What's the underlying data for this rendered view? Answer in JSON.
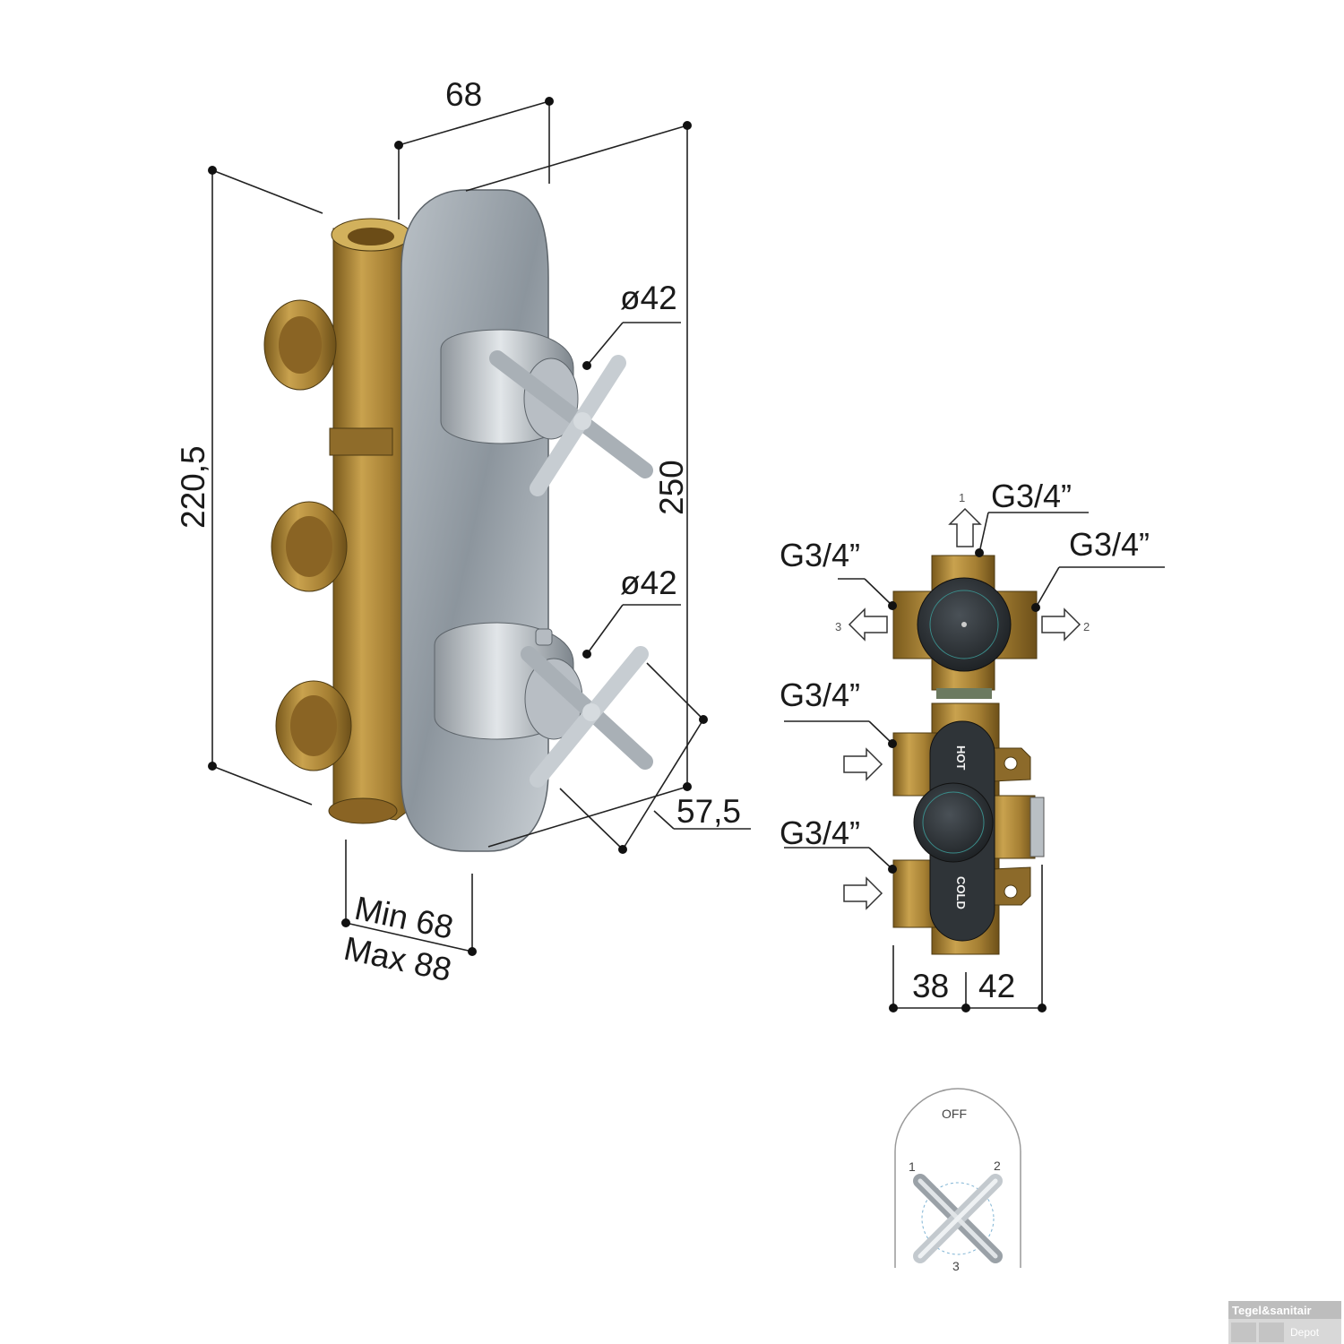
{
  "dimensions": {
    "width_top": "68",
    "depth_total": "250",
    "height": "220,5",
    "handle_diameter_upper": "ø42",
    "handle_diameter_lower": "ø42",
    "handle_projection": "57,5",
    "install_min": "Min 68",
    "install_max": "Max 88"
  },
  "connections": {
    "outlet_top": "G3/4”",
    "outlet_left": "G3/4”",
    "outlet_right": "G3/4”",
    "inlet_hot": "G3/4”",
    "inlet_cold": "G3/4”",
    "port_1": "1",
    "port_2": "2",
    "port_3": "3",
    "hot_stamp": "HOT",
    "cold_stamp": "COLD",
    "offset_left": "38",
    "offset_right": "42"
  },
  "faceplate": {
    "off_label": "OFF",
    "pos_1": "1",
    "pos_2": "2",
    "pos_3": "3"
  },
  "watermark": {
    "brand": "Tegel&sanitair",
    "sub": "Depot"
  },
  "colors": {
    "brass": "#b08d3e",
    "chrome": "#9aa3ab",
    "knob": "#2d3236"
  }
}
